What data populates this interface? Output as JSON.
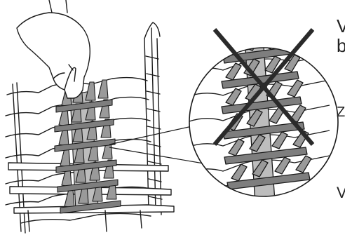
{
  "figure": {
    "colors": {
      "line": "#1a1a1a",
      "tine_fill": "#9a9a9a",
      "tine_dark": "#6e6e6e",
      "cross": "#2a2a2a",
      "background": "#ffffff"
    },
    "icons": [
      "hand-illustration",
      "dish-rack-illustration",
      "magnifier-circle",
      "cross-mark"
    ],
    "cropped_text_fragments": [
      "V",
      "b",
      "Z",
      "V"
    ]
  }
}
